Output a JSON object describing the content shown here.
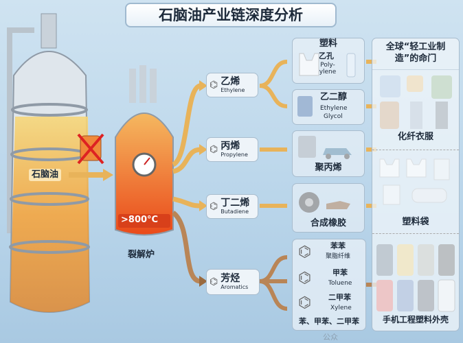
{
  "title": "石脑油产业链深度分析",
  "feedstock": {
    "label": "石脑油"
  },
  "furnace": {
    "temp": ">800°C",
    "label": "裂解炉"
  },
  "intermediates": [
    {
      "zh": "乙烯",
      "en": "Ethylene"
    },
    {
      "zh": "丙烯",
      "en": "Propylene"
    },
    {
      "zh": "丁二烯",
      "en": "Butadiene"
    },
    {
      "zh": "芳烃",
      "en": "Aromatics"
    }
  ],
  "products": {
    "plastic": {
      "title": "塑料",
      "zh": "乙孔",
      "en": "Poly-ylene"
    },
    "glycol": {
      "zh": "乙二醇",
      "en1": "Ethylene",
      "en2": "Glycol"
    },
    "pp": {
      "title": "聚丙烯"
    },
    "rubber": {
      "title": "合成橡胶"
    },
    "aromatics": {
      "items": [
        {
          "zh": "苯苯",
          "sub": "聚脂纤维"
        },
        {
          "zh": "甲苯",
          "sub": "Toluene"
        },
        {
          "zh": "二甲苯",
          "sub": "Xylene"
        }
      ],
      "footer": "苯、甲苯、二甲苯"
    }
  },
  "applications": {
    "header": "全球“轻工业制造”的命门",
    "clothing": "化纤衣服",
    "bags": "塑料袋",
    "phones": "手机工程塑料外壳"
  },
  "watermark": "公众",
  "colors": {
    "arrow": "#e8b35a",
    "arrow_dark": "#9a6a3e",
    "fire": "#f07a2a"
  }
}
